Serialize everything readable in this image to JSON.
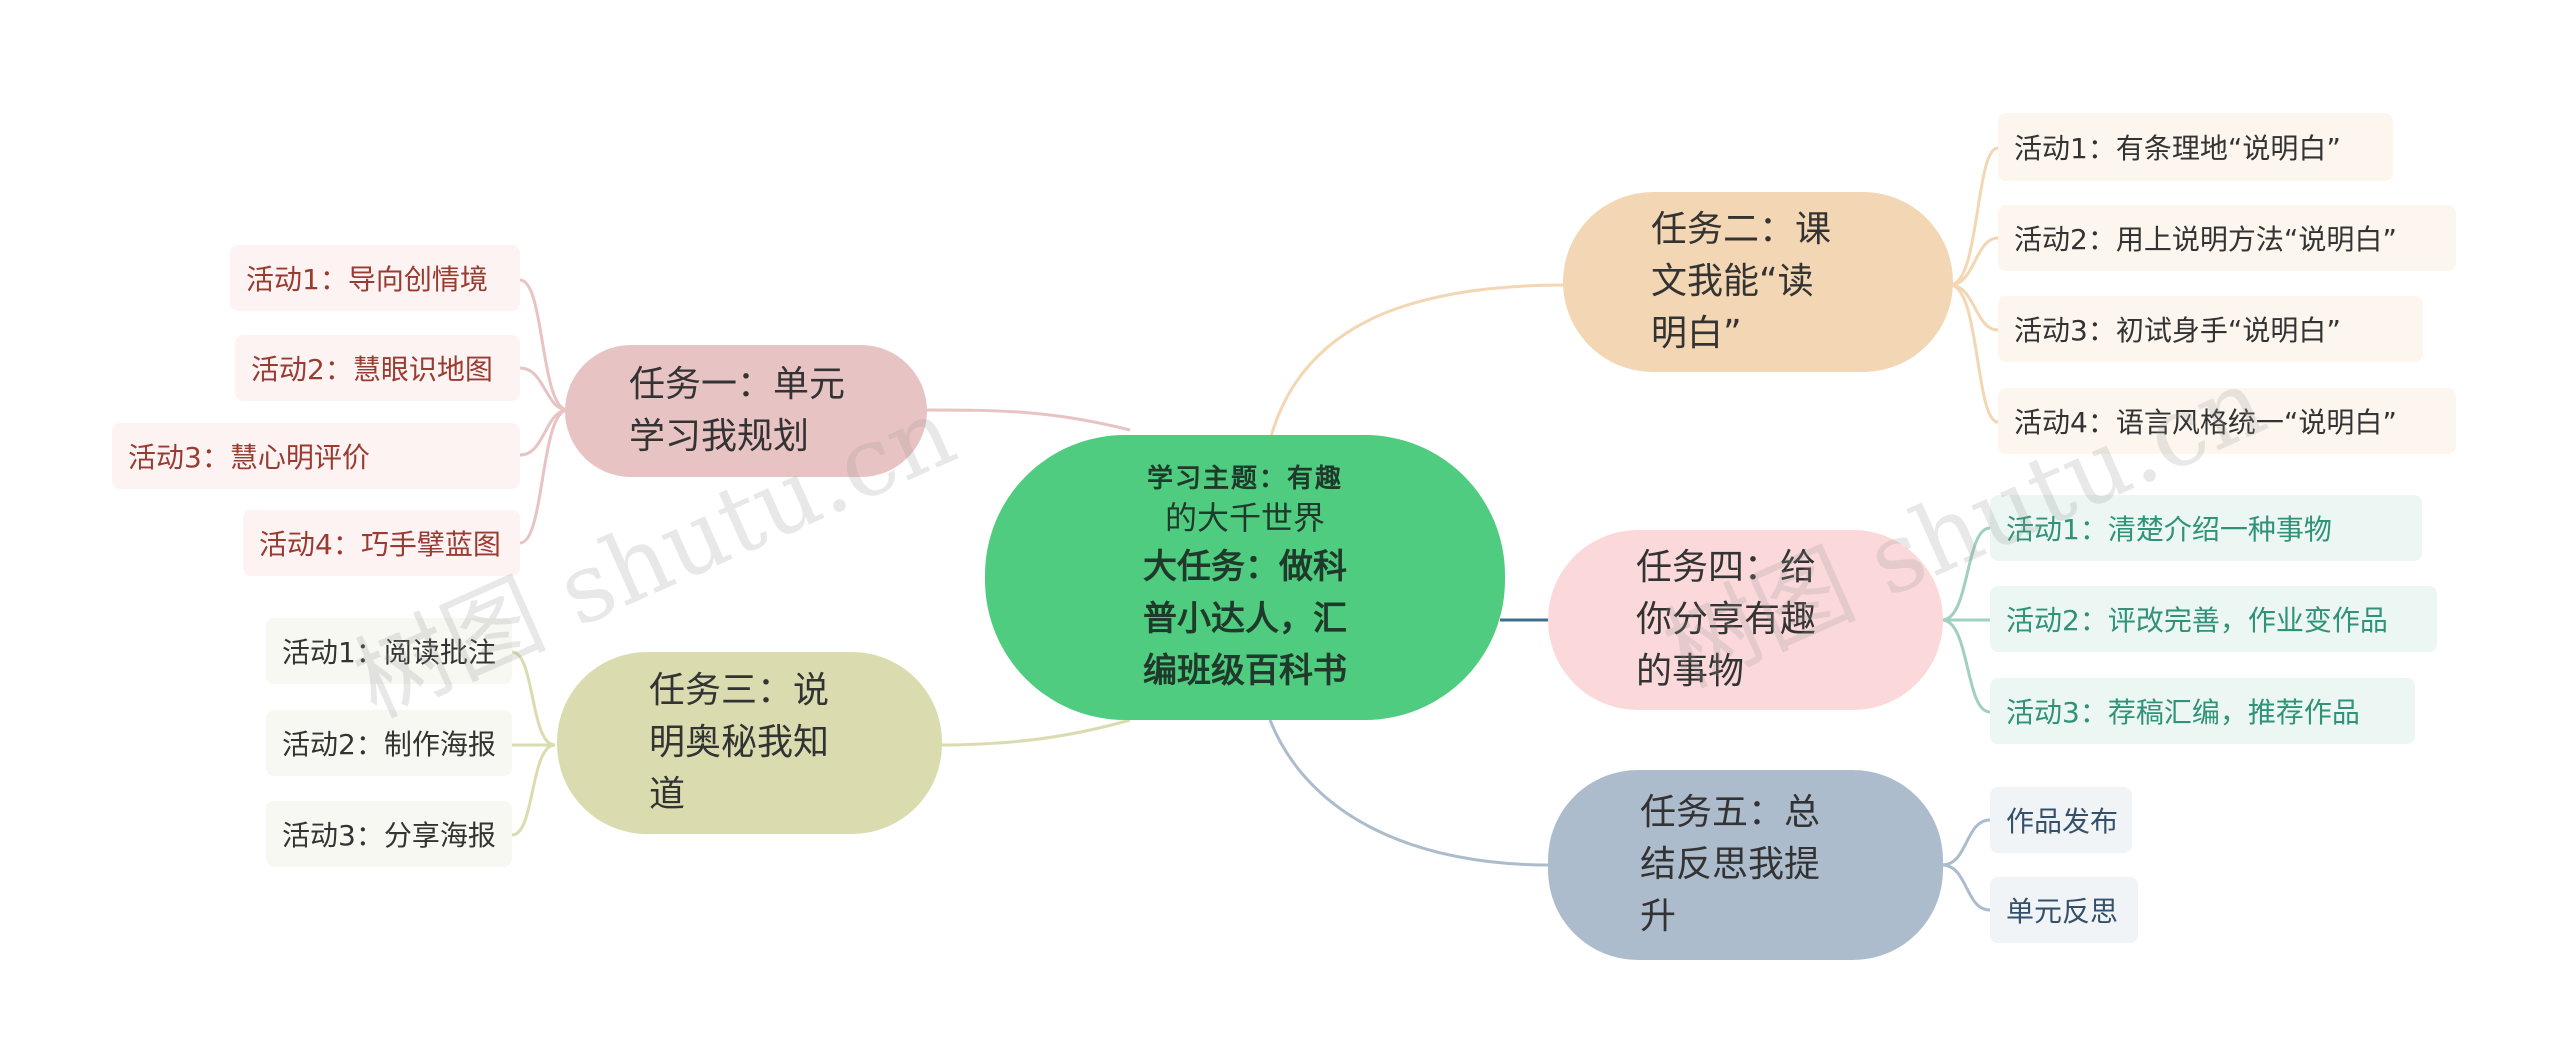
{
  "center": {
    "line1": "学习主题：有趣",
    "line2": "的大千世界",
    "line3": "大任务：做科",
    "line4": "普小达人，汇",
    "line5": "编班级百科书"
  },
  "tasks": [
    {
      "l1": "任务一：单元",
      "l2": "学习我规划",
      "l3": ""
    },
    {
      "l1": "任务二：课",
      "l2": "文我能“读",
      "l3": "明白”"
    },
    {
      "l1": "任务三：说",
      "l2": "明奥秘我知",
      "l3": "道"
    },
    {
      "l1": "任务四：给",
      "l2": "你分享有趣",
      "l3": "的事物"
    },
    {
      "l1": "任务五：总",
      "l2": "结反思我提",
      "l3": "升"
    }
  ],
  "task1_leaves": [
    "活动1：导向创情境",
    "活动2：慧眼识地图",
    "活动3：慧心明评价",
    "活动4：巧手擘蓝图"
  ],
  "task2_leaves": [
    "活动1：有条理地“说明白”",
    "活动2：用上说明方法“说明白”",
    "活动3：初试身手“说明白”",
    "活动4：语言风格统一“说明白”"
  ],
  "task3_leaves": [
    "活动1：阅读批注",
    "活动2：制作海报",
    "活动3：分享海报"
  ],
  "task4_leaves": [
    "活动1：清楚介绍一种事物",
    "活动2：评改完善，作业变作品",
    "活动3：荐稿汇编，推荐作品"
  ],
  "task5_leaves": [
    "作品发布",
    "单元反思"
  ],
  "watermarks": [
    "树图 shutu.cn",
    "树图 shutu.cn"
  ],
  "colors": {
    "center": "#4fcc80",
    "task1": "#e8c3c3",
    "task2": "#f3d6b3",
    "task3": "#dadcb0",
    "task4": "#fbd9da",
    "task5": "#adbccd",
    "leaf1_bg": "#fdf3f2",
    "leaf1_text": "#9a3b32",
    "leaf2_bg": "#fdf6ef",
    "leaf2_text": "#333333",
    "leaf3_bg": "#f7f8f1",
    "leaf3_text": "#333333",
    "leaf4_bg": "#ecf6f2",
    "leaf4_text": "#2f9279",
    "leaf5_bg": "#f1f4f7",
    "leaf5_text": "#35506a"
  }
}
